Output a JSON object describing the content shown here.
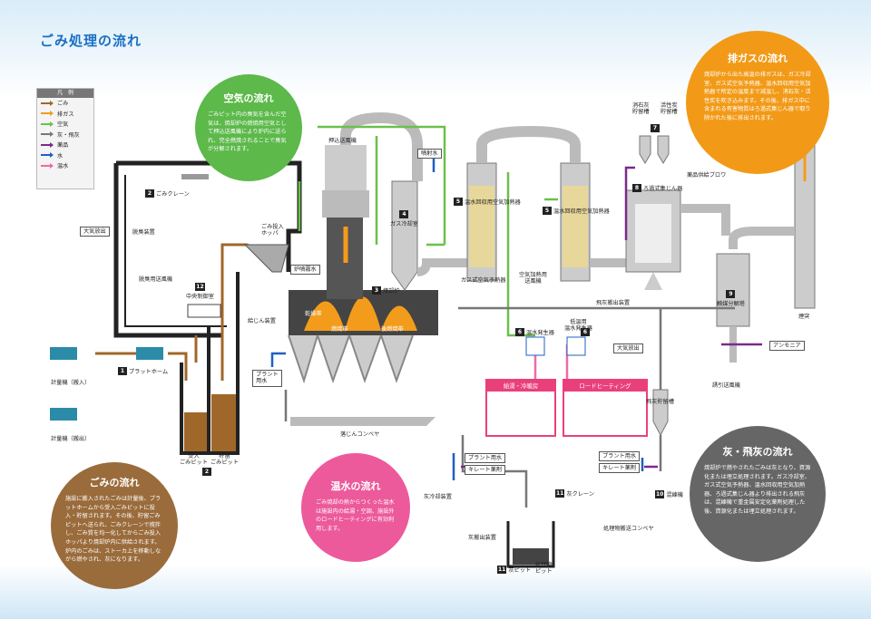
{
  "page": {
    "title": "ごみ処理の流れ"
  },
  "legend": {
    "title": "凡　例",
    "items": [
      {
        "label": "ごみ",
        "color": "#a0672a"
      },
      {
        "label": "排ガス",
        "color": "#f39c1b"
      },
      {
        "label": "空気",
        "color": "#6cc04a"
      },
      {
        "label": "灰・飛灰",
        "color": "#777777"
      },
      {
        "label": "薬品",
        "color": "#7b2a8b"
      },
      {
        "label": "水",
        "color": "#1f5fc3"
      },
      {
        "label": "温水",
        "color": "#ef6aa8"
      }
    ]
  },
  "circles": {
    "air": {
      "title": "空気の流れ",
      "text": "ごみピット内の臭気を含んだ空気は、焼却炉の燃焼用空気として押込送風機により炉内に送られ、完全燃焼されることで臭気が分解されます。"
    },
    "exhaust": {
      "title": "排ガスの流れ",
      "text": "焼却炉から出た高温の排ガスは、ガス冷却室、ガス式空気予熱器、温水回収用空気加熱器で所定の温度まで減温し、消石灰・活性炭を吹き込みます。その後、排ガス中に含まれる有害物質はろ過式集じん器で取り除かれた後に排出されます。"
    },
    "garbage": {
      "title": "ごみの流れ",
      "text": "施設に搬入されたごみは計量後、プラットホームから受入ごみピットに投入・貯留されます。その後、貯留ごみピットへ送られ、ごみクレーンで撹拌し、ごみ質を均一化してからごみ投入ホッパより焼却炉内に供給されます。炉内のごみは、ストーカ上を移動しながら燃やされ、灰になります。"
    },
    "hotwater": {
      "title": "温水の流れ",
      "text": "ごみ焼却の熱からつくった温水は施設内の給湯・空調、施設外のロードヒーティングに有効利用します。"
    },
    "ash": {
      "title": "灰・飛灰の流れ",
      "text": "焼却炉で燃やされたごみは灰となり、資源化または埋立処理されます。ガス冷却室、ガス式空気予熱器、温水回収用空気加熱器、ろ過式集じん器より排出される飛灰は、混練機で重金属安定化薬剤処理した後、資源化または埋立処理されます。"
    }
  },
  "labels": {
    "crane": "ごみクレーン",
    "deodorizer": "脱臭装置",
    "air_release": "大気放出",
    "deodor_fan": "脱臭用送風機",
    "control_room": "中央制御室",
    "hopper": "ごみ投入\nホッパ",
    "furnace": "焼却炉",
    "gas_cooling": "ガス冷却室",
    "forced_fan": "押込送風機",
    "spray_water": "噴射水",
    "spray_water2": "炉噴霧水",
    "ash_extruder": "給じん装置",
    "dry_zone": "乾燥帯",
    "burn_zone": "燃焼帯",
    "post_burn": "後燃焼帯",
    "platform": "プラットホーム",
    "plant_water": "プラント\n用水",
    "weigh_in": "計量機（搬入）",
    "weigh_out": "計量機（搬出）",
    "receiving_pit": "受入\nごみピット",
    "storage_pit": "貯留\nごみピット",
    "fall_conveyor": "落じんコンベヤ",
    "water_air_heater_l": "温水回収用空気加熱器",
    "water_air_heater_r": "温水回収用空気加熱器",
    "gas_air_preheater": "ガス式空気予熱器",
    "air_heater_fan": "空気加熱用\n送風機",
    "fly_ash_conveyor": "飛灰搬出装置",
    "slaked_lime": "消石灰\n貯留槽",
    "activated_carbon": "活性炭\n貯留槽",
    "chem_blower": "薬品供給ブロワ",
    "bag_filter": "ろ過式集じん器",
    "hot_water_gen": "温水発生器",
    "low_hot_water_gen": "低温用\n温水発生器",
    "air_release2": "大気放出",
    "supply_heating": "給湯・冷暖房",
    "road_heating": "ロードヒーティング",
    "catalyst": "触媒分解塔",
    "ammonia": "アンモニア",
    "induced_fan": "誘引送風機",
    "chimney": "煙突",
    "fly_ash_silo": "飛灰貯留槽",
    "plant_water2": "プラント用水",
    "chelate": "キレート薬剤",
    "plant_water3": "プラント用水",
    "chelate2": "キレート薬剤",
    "ash_cooler": "灰冷却装置",
    "ash_crane": "灰クレーン",
    "ash_outfeed": "灰搬出装置",
    "treated_conveyor": "処理物搬送コンベヤ",
    "ash_pit": "灰ピット",
    "treated_pit": "処理物\nピット",
    "kneader": "混練機"
  },
  "numbers": {
    "n1": "1",
    "n2": "2",
    "n2b": "2",
    "n3": "3",
    "n4": "4",
    "n5": "5",
    "n5b": "5",
    "n6": "6",
    "n6b": "6",
    "n7": "7",
    "n8": "8",
    "n9": "9",
    "n10": "10",
    "n11": "11",
    "n11b": "11",
    "n12": "12"
  }
}
